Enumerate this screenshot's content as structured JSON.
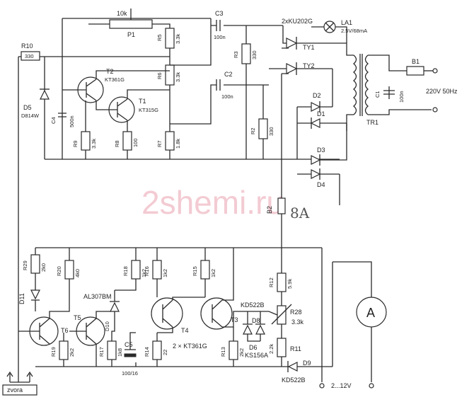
{
  "watermark": "2shemi.ru",
  "handwritten_note": "8A",
  "labels": {
    "lamp": "LA1",
    "lamp_value": "2.5V/68mA",
    "thyristors": "2xKU202G",
    "ty1": "TY1",
    "ty2": "TY2",
    "fuse": "B1",
    "mains": "220V 50Hz",
    "tr1": "TR1",
    "c1": "C1",
    "c1_value": "100n",
    "d1": "D1",
    "d2": "D2",
    "d3": "D3",
    "d4": "D4",
    "c3": "C3",
    "c3_value": "100n",
    "c2": "C2",
    "c2_value": "100n",
    "r3": "R3",
    "r3_value": "330",
    "r2": "R2",
    "r2_value": "330",
    "p1": "P1",
    "p1_value": "10k",
    "r5": "R5",
    "r5_value": "3.3k",
    "r6": "R6",
    "r6_value": "3.3k",
    "r7": "R7",
    "r7_value": "1.8k",
    "r8": "R8",
    "r8_value": "100",
    "r9": "R9",
    "r9_value": "3.3k",
    "r10": "R10",
    "r10_value": "330",
    "d5": "D5",
    "d5_value": "D814W",
    "c4": "C4",
    "c4_value": "500n",
    "t2": "T2",
    "t2_value": "KT361G",
    "t1": "T1",
    "t1_value": "KT315G",
    "b2": "B2",
    "r29": "R29",
    "r29_value": "2k0",
    "d11": "D11",
    "t6": "T6",
    "r20": "R20",
    "r20_value": "4k0",
    "t5": "T5",
    "r19": "R19",
    "r19_value": "2k2",
    "al307": "AL307BM",
    "d10": "D10",
    "r18": "R18",
    "r18_value": "1k2",
    "r17": "R17",
    "r17_value": "1k8",
    "c5": "C5",
    "c5_value": "100/16",
    "r16": "R16",
    "r16_value": "1k2",
    "r14": "R14",
    "r14_value": "22",
    "r15": "R15",
    "r15_value": "1k2",
    "t4": "T4",
    "t3": "T3",
    "kt361_pair": "2 × KT361G",
    "r13": "R13",
    "r13_value": "2k2",
    "kd522b_top": "KD522B",
    "d8": "D8",
    "d6": "D6",
    "ks156a": "KS156A",
    "r12": "R12",
    "r12_value": "5.9k",
    "r28": "R28",
    "r28_value": "3.3k",
    "r11": "R11",
    "r11_value": "2.2k",
    "d9": "D9",
    "kd522b_bottom": "KD522B",
    "ammeter": "A",
    "output": "2...12V",
    "zvora": "zvora"
  }
}
